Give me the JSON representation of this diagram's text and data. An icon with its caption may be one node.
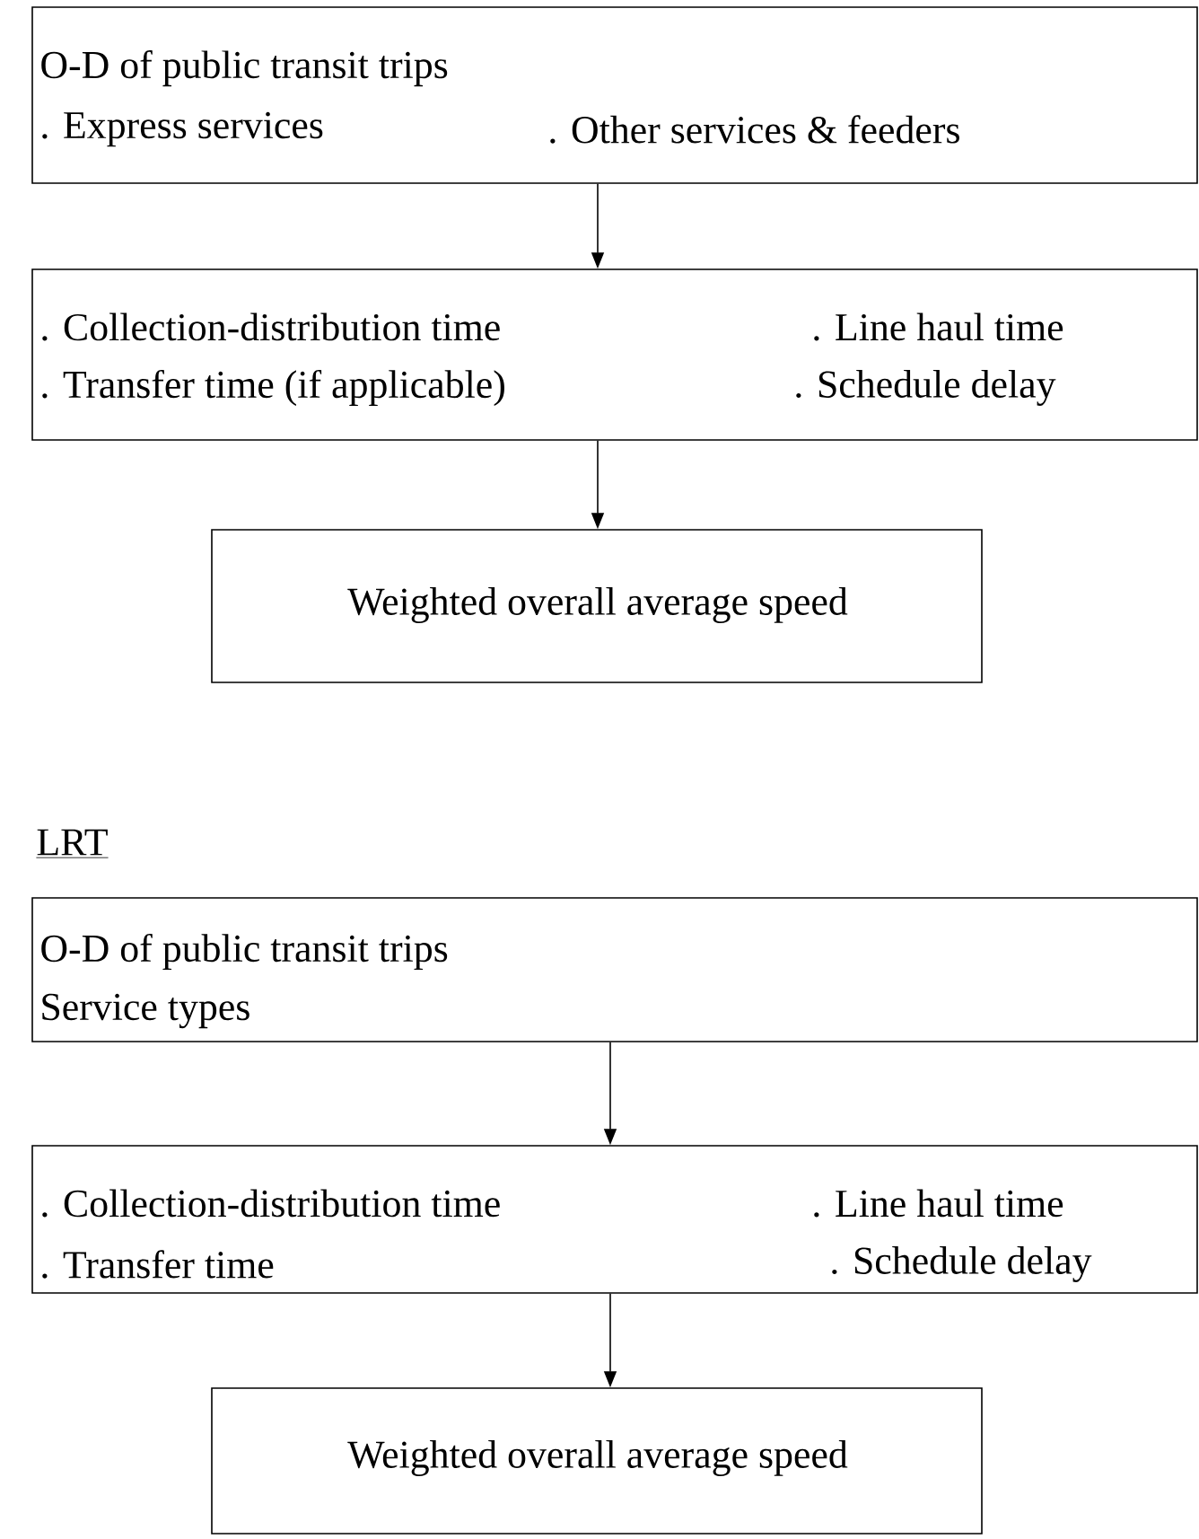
{
  "diagram": {
    "nodes": [
      {
        "text": [
          "O-D of public transit trips",
          ". Express services",
          ". Other services & feeders"
        ]
      },
      {
        "text": [
          ". Collection-distribution time",
          ". Line haul time",
          ". Transfer time (if applicable)",
          ". Schedule delay"
        ]
      },
      {
        "text": [
          "Weighted overall average speed"
        ]
      },
      {
        "text": [
          "O-D of public transit trips",
          "Service types"
        ]
      },
      {
        "text": [
          ". Collection-distribution time",
          ". Line haul time",
          ". Transfer time",
          ". Schedule delay"
        ]
      },
      {
        "text": [
          "Weighted overall average speed"
        ]
      }
    ],
    "edges": [
      {
        "from": 0,
        "to": 1,
        "arrow": "to"
      },
      {
        "from": 1,
        "to": 2,
        "arrow": "to"
      },
      {
        "from": 3,
        "to": 4,
        "arrow": "to"
      },
      {
        "from": 4,
        "to": 5,
        "arrow": "to"
      }
    ],
    "labels": [
      "LRT"
    ]
  }
}
